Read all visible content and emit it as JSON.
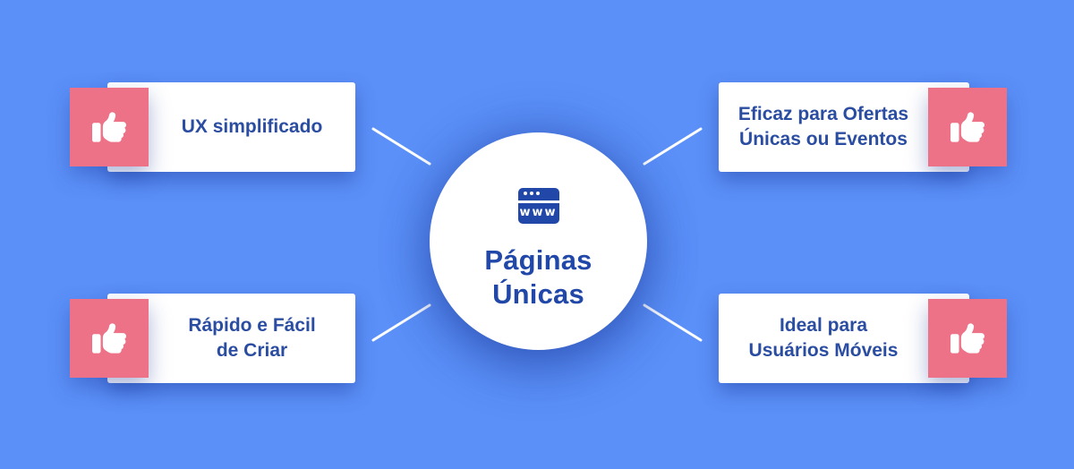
{
  "colors": {
    "background": "#5b90f8",
    "card_background": "#ffffff",
    "accent_pink": "#ed7287",
    "card_text_blue": "#2b4da1",
    "center_blue": "#2148a8",
    "connector_white": "#ffffff"
  },
  "center": {
    "icon": "browser-window-www-icon",
    "icon_text": "www",
    "title": "Páginas\nÚnicas"
  },
  "cards": [
    {
      "position": "top-left",
      "icon": "thumbs-up-icon",
      "label": "UX simplificado"
    },
    {
      "position": "top-right",
      "icon": "thumbs-up-icon",
      "label": "Eficaz para Ofertas\nÚnicas ou Eventos"
    },
    {
      "position": "bottom-left",
      "icon": "thumbs-up-icon",
      "label": "Rápido e Fácil\nde Criar"
    },
    {
      "position": "bottom-right",
      "icon": "thumbs-up-icon",
      "label": "Ideal para\nUsuários Móveis"
    }
  ]
}
